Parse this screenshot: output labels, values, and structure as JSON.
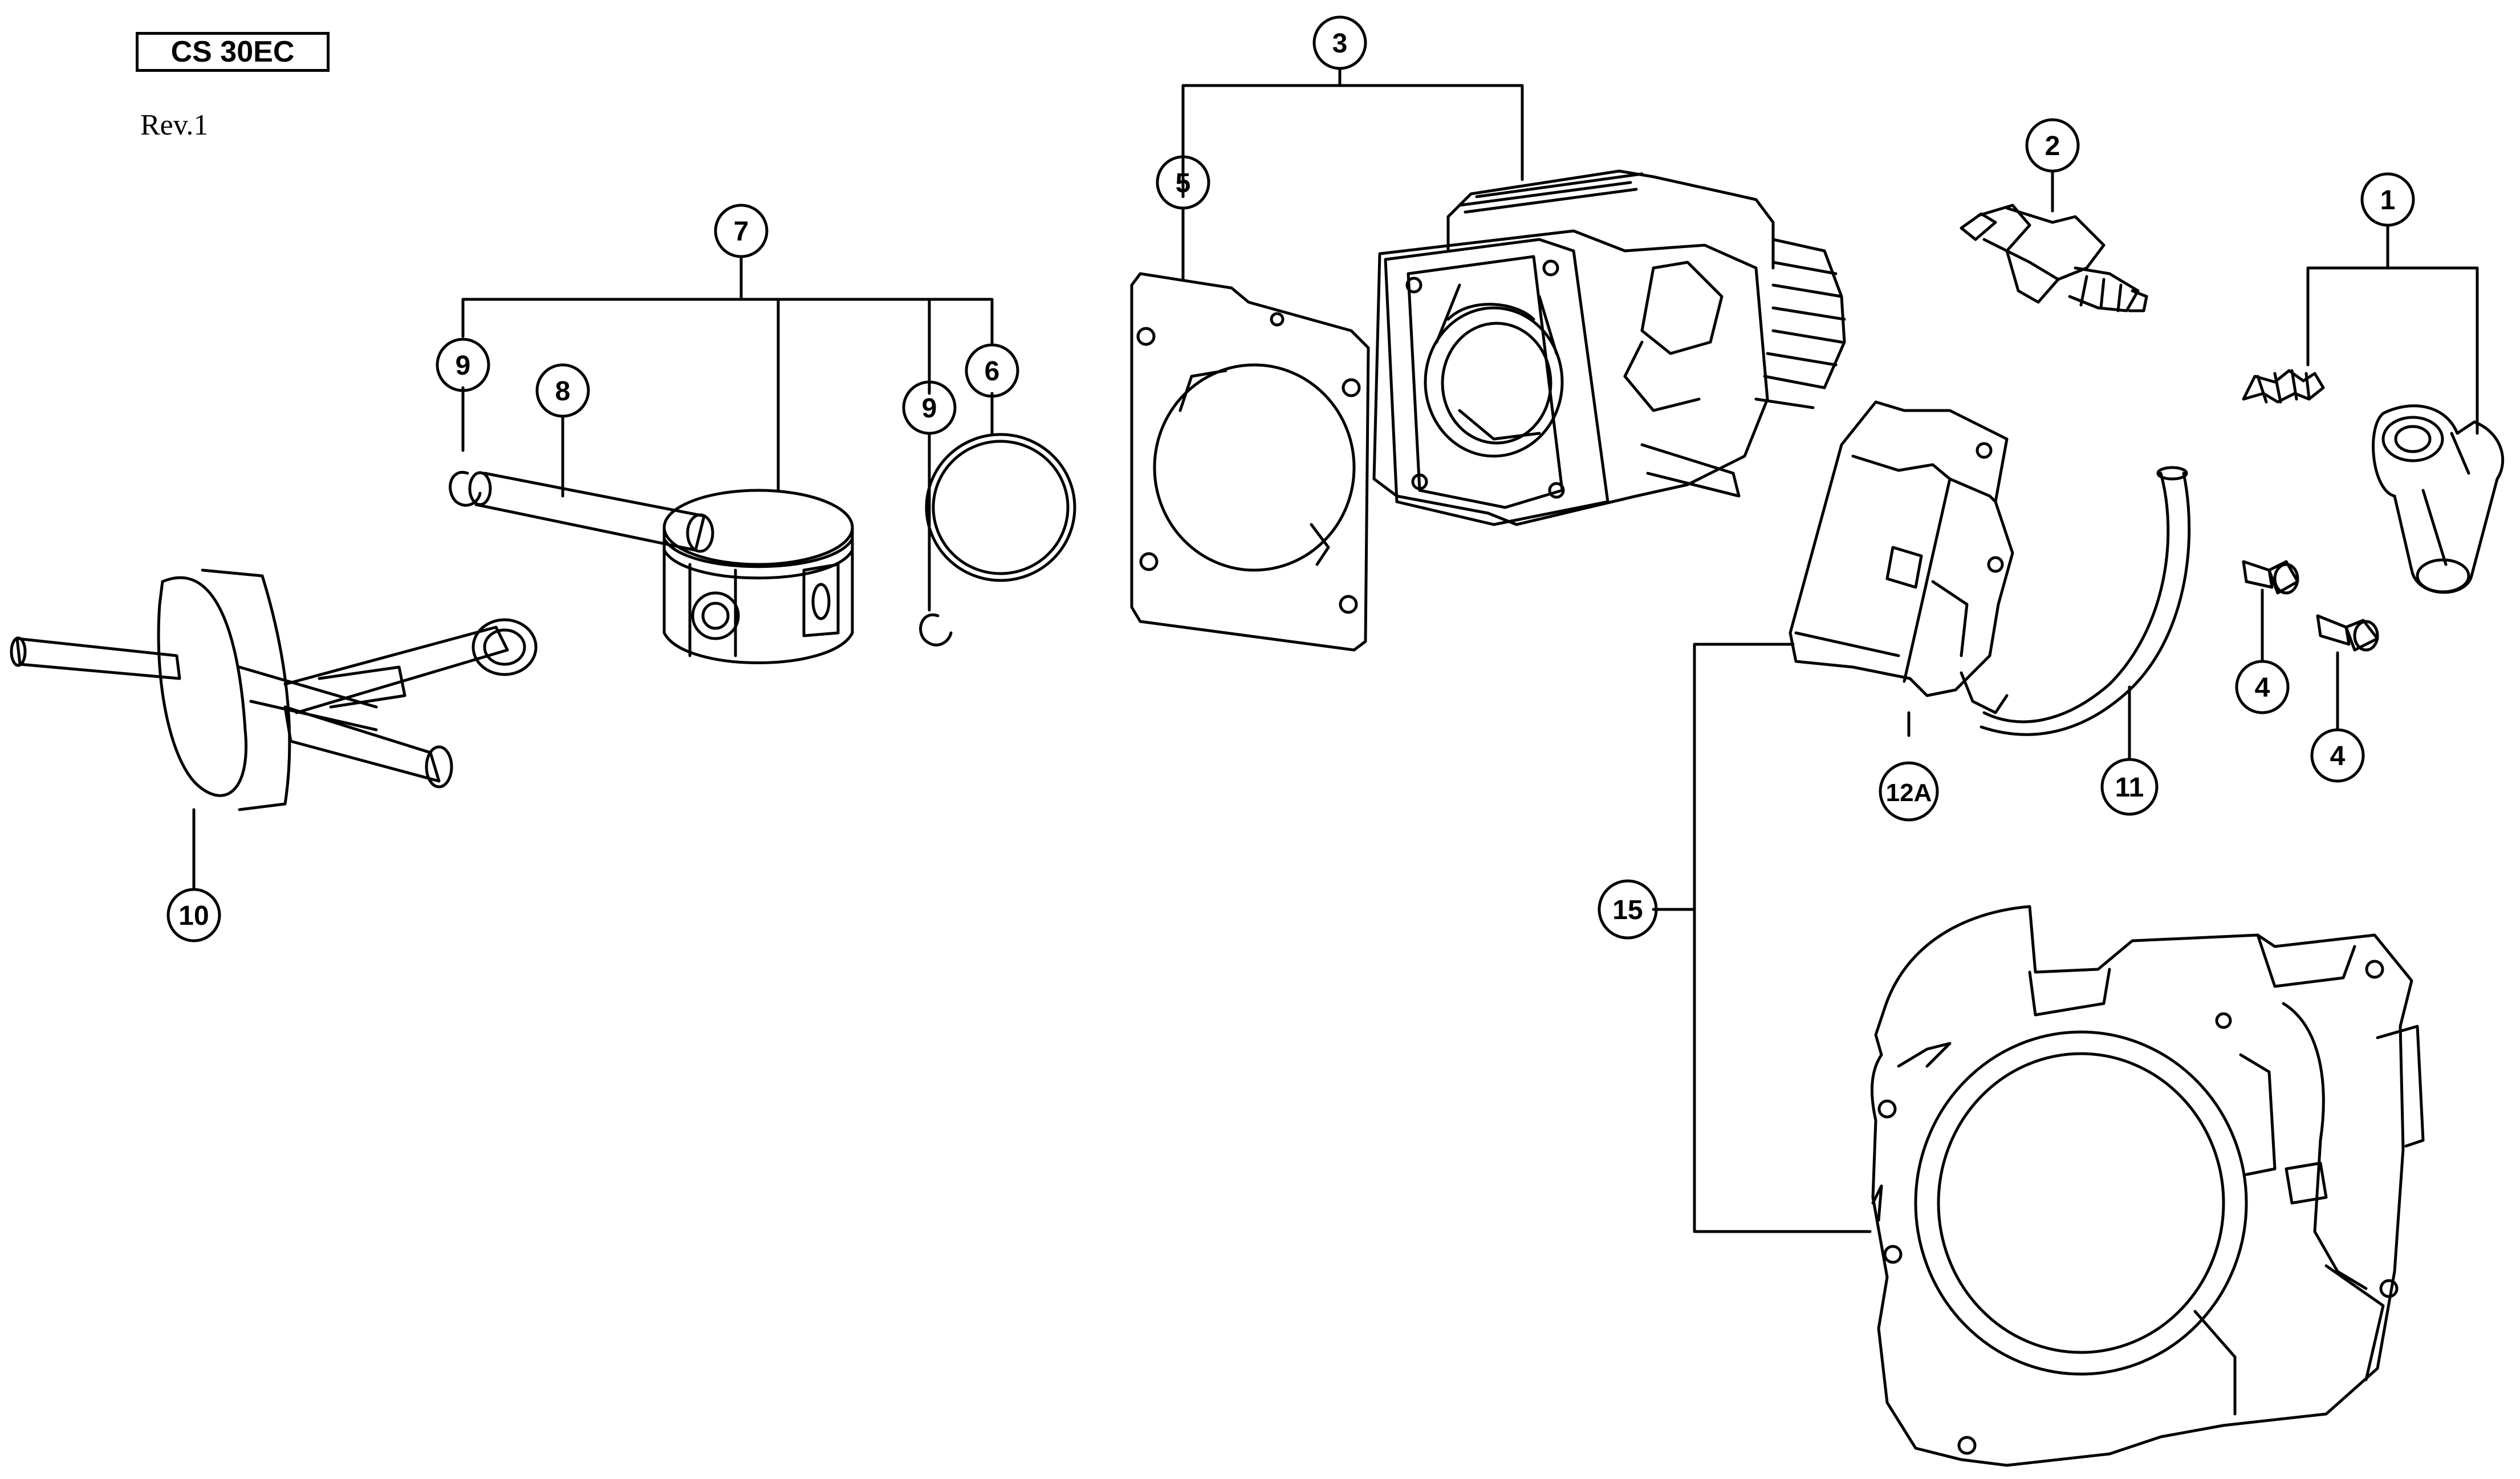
{
  "header": {
    "model": "CS 30EC",
    "revision": "Rev.1"
  },
  "callouts": {
    "c1": "1",
    "c2": "2",
    "c3": "3",
    "c4a": "4",
    "c4b": "4",
    "c5": "5",
    "c6": "6",
    "c7": "7",
    "c8": "8",
    "c9a": "9",
    "c9b": "9",
    "c10": "10",
    "c11": "11",
    "c12a": "12A",
    "c15": "15"
  },
  "colors": {
    "line": "#000000",
    "background": "#ffffff"
  },
  "parts": {
    "p1": "boot-and-spring-icon",
    "p2": "spark-plug-icon",
    "p3": "cylinder-icon",
    "p4": "bolt-icon",
    "p5": "gasket-icon",
    "p6": "piston-ring-icon",
    "p7": "piston-icon",
    "p8": "piston-pin-icon",
    "p9": "circlip-icon",
    "p10": "crankshaft-icon",
    "p11": "plug-wire-icon",
    "p12a": "ignition-coil-icon",
    "p15": "crankcase-icon"
  }
}
